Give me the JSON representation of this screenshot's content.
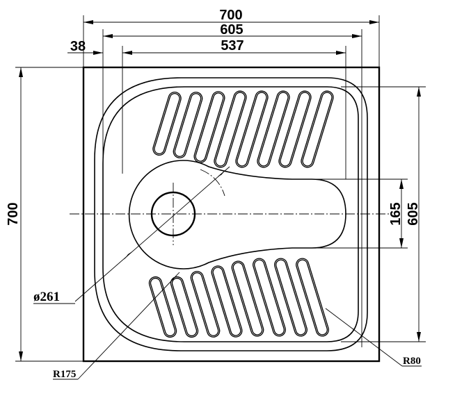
{
  "drawing": {
    "title": "Squat toilet pan — plan view with dimensions",
    "line_color": "#000000",
    "background": "#ffffff"
  },
  "dimensions": {
    "overall_width": "700",
    "basin_width": "605",
    "tread_width": "537",
    "edge_offset": "38",
    "overall_height": "700",
    "basin_height": "605",
    "channel_width": "165"
  },
  "labels": {
    "drain_diameter": "ø261",
    "outer_radius": "R175",
    "corner_radius": "R80"
  },
  "treads": {
    "top_count": 8,
    "bottom_count": 8
  }
}
